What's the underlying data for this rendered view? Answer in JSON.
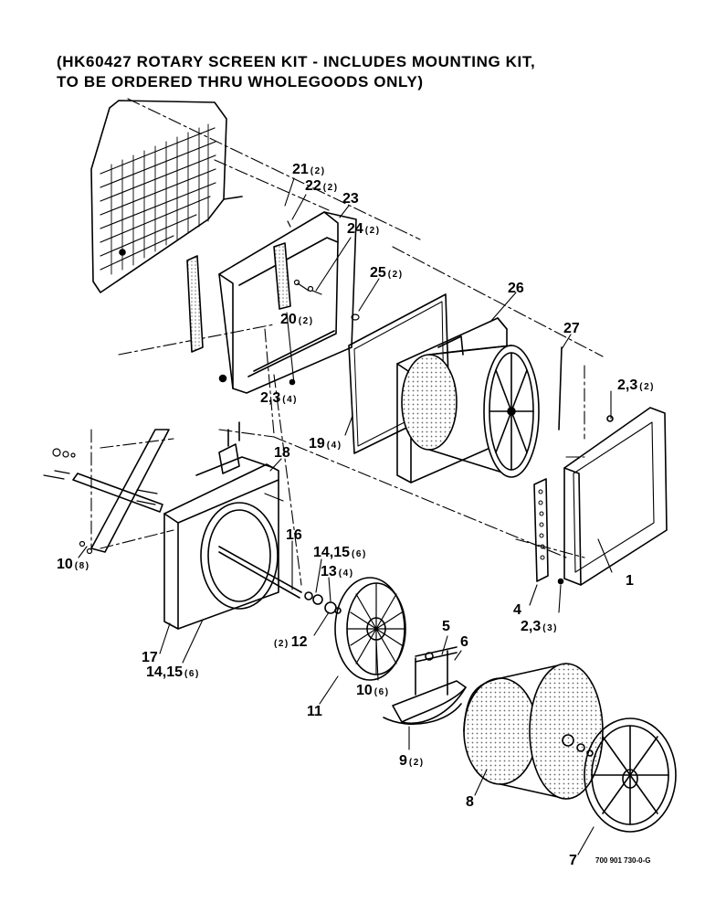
{
  "title": {
    "line1": "(HK60427 ROTARY SCREEN KIT - INCLUDES MOUNTING KIT,",
    "line2": "TO BE ORDERED THRU WHOLEGOODS ONLY)"
  },
  "drawing_number": "700 901 730-0-G",
  "callouts": [
    {
      "id": "c21",
      "num": "21",
      "qty": "(2)"
    },
    {
      "id": "c22",
      "num": "22",
      "qty": "(2)"
    },
    {
      "id": "c23",
      "num": "23",
      "qty": ""
    },
    {
      "id": "c24",
      "num": "24",
      "qty": "(2)"
    },
    {
      "id": "c25",
      "num": "25",
      "qty": "(2)"
    },
    {
      "id": "c26",
      "num": "26",
      "qty": ""
    },
    {
      "id": "c27",
      "num": "27",
      "qty": ""
    },
    {
      "id": "c20",
      "num": "20",
      "qty": "(2)"
    },
    {
      "id": "c23a",
      "num": "2,3",
      "qty": "(4)"
    },
    {
      "id": "c23b",
      "num": "2,3",
      "qty": "(2)"
    },
    {
      "id": "c19",
      "num": "19",
      "qty": "(4)"
    },
    {
      "id": "c18",
      "num": "18",
      "qty": ""
    },
    {
      "id": "c16",
      "num": "16",
      "qty": ""
    },
    {
      "id": "c1415a",
      "num": "14,15",
      "qty": "(6)"
    },
    {
      "id": "c13",
      "num": "13",
      "qty": "(4)"
    },
    {
      "id": "c10a",
      "num": "10",
      "qty": "(8)"
    },
    {
      "id": "c1",
      "num": "1",
      "qty": ""
    },
    {
      "id": "c4",
      "num": "4",
      "qty": ""
    },
    {
      "id": "c23c",
      "num": "2,3",
      "qty": "(3)"
    },
    {
      "id": "c12",
      "num": "12",
      "qty": "(2)"
    },
    {
      "id": "c5",
      "num": "5",
      "qty": ""
    },
    {
      "id": "c6",
      "num": "6",
      "qty": ""
    },
    {
      "id": "c17",
      "num": "17",
      "qty": ""
    },
    {
      "id": "c1415b",
      "num": "14,15",
      "qty": "(6)"
    },
    {
      "id": "c10b",
      "num": "10",
      "qty": "(6)"
    },
    {
      "id": "c11",
      "num": "11",
      "qty": ""
    },
    {
      "id": "c9",
      "num": "9",
      "qty": "(2)"
    },
    {
      "id": "c8",
      "num": "8",
      "qty": ""
    },
    {
      "id": "c7",
      "num": "7",
      "qty": ""
    }
  ]
}
